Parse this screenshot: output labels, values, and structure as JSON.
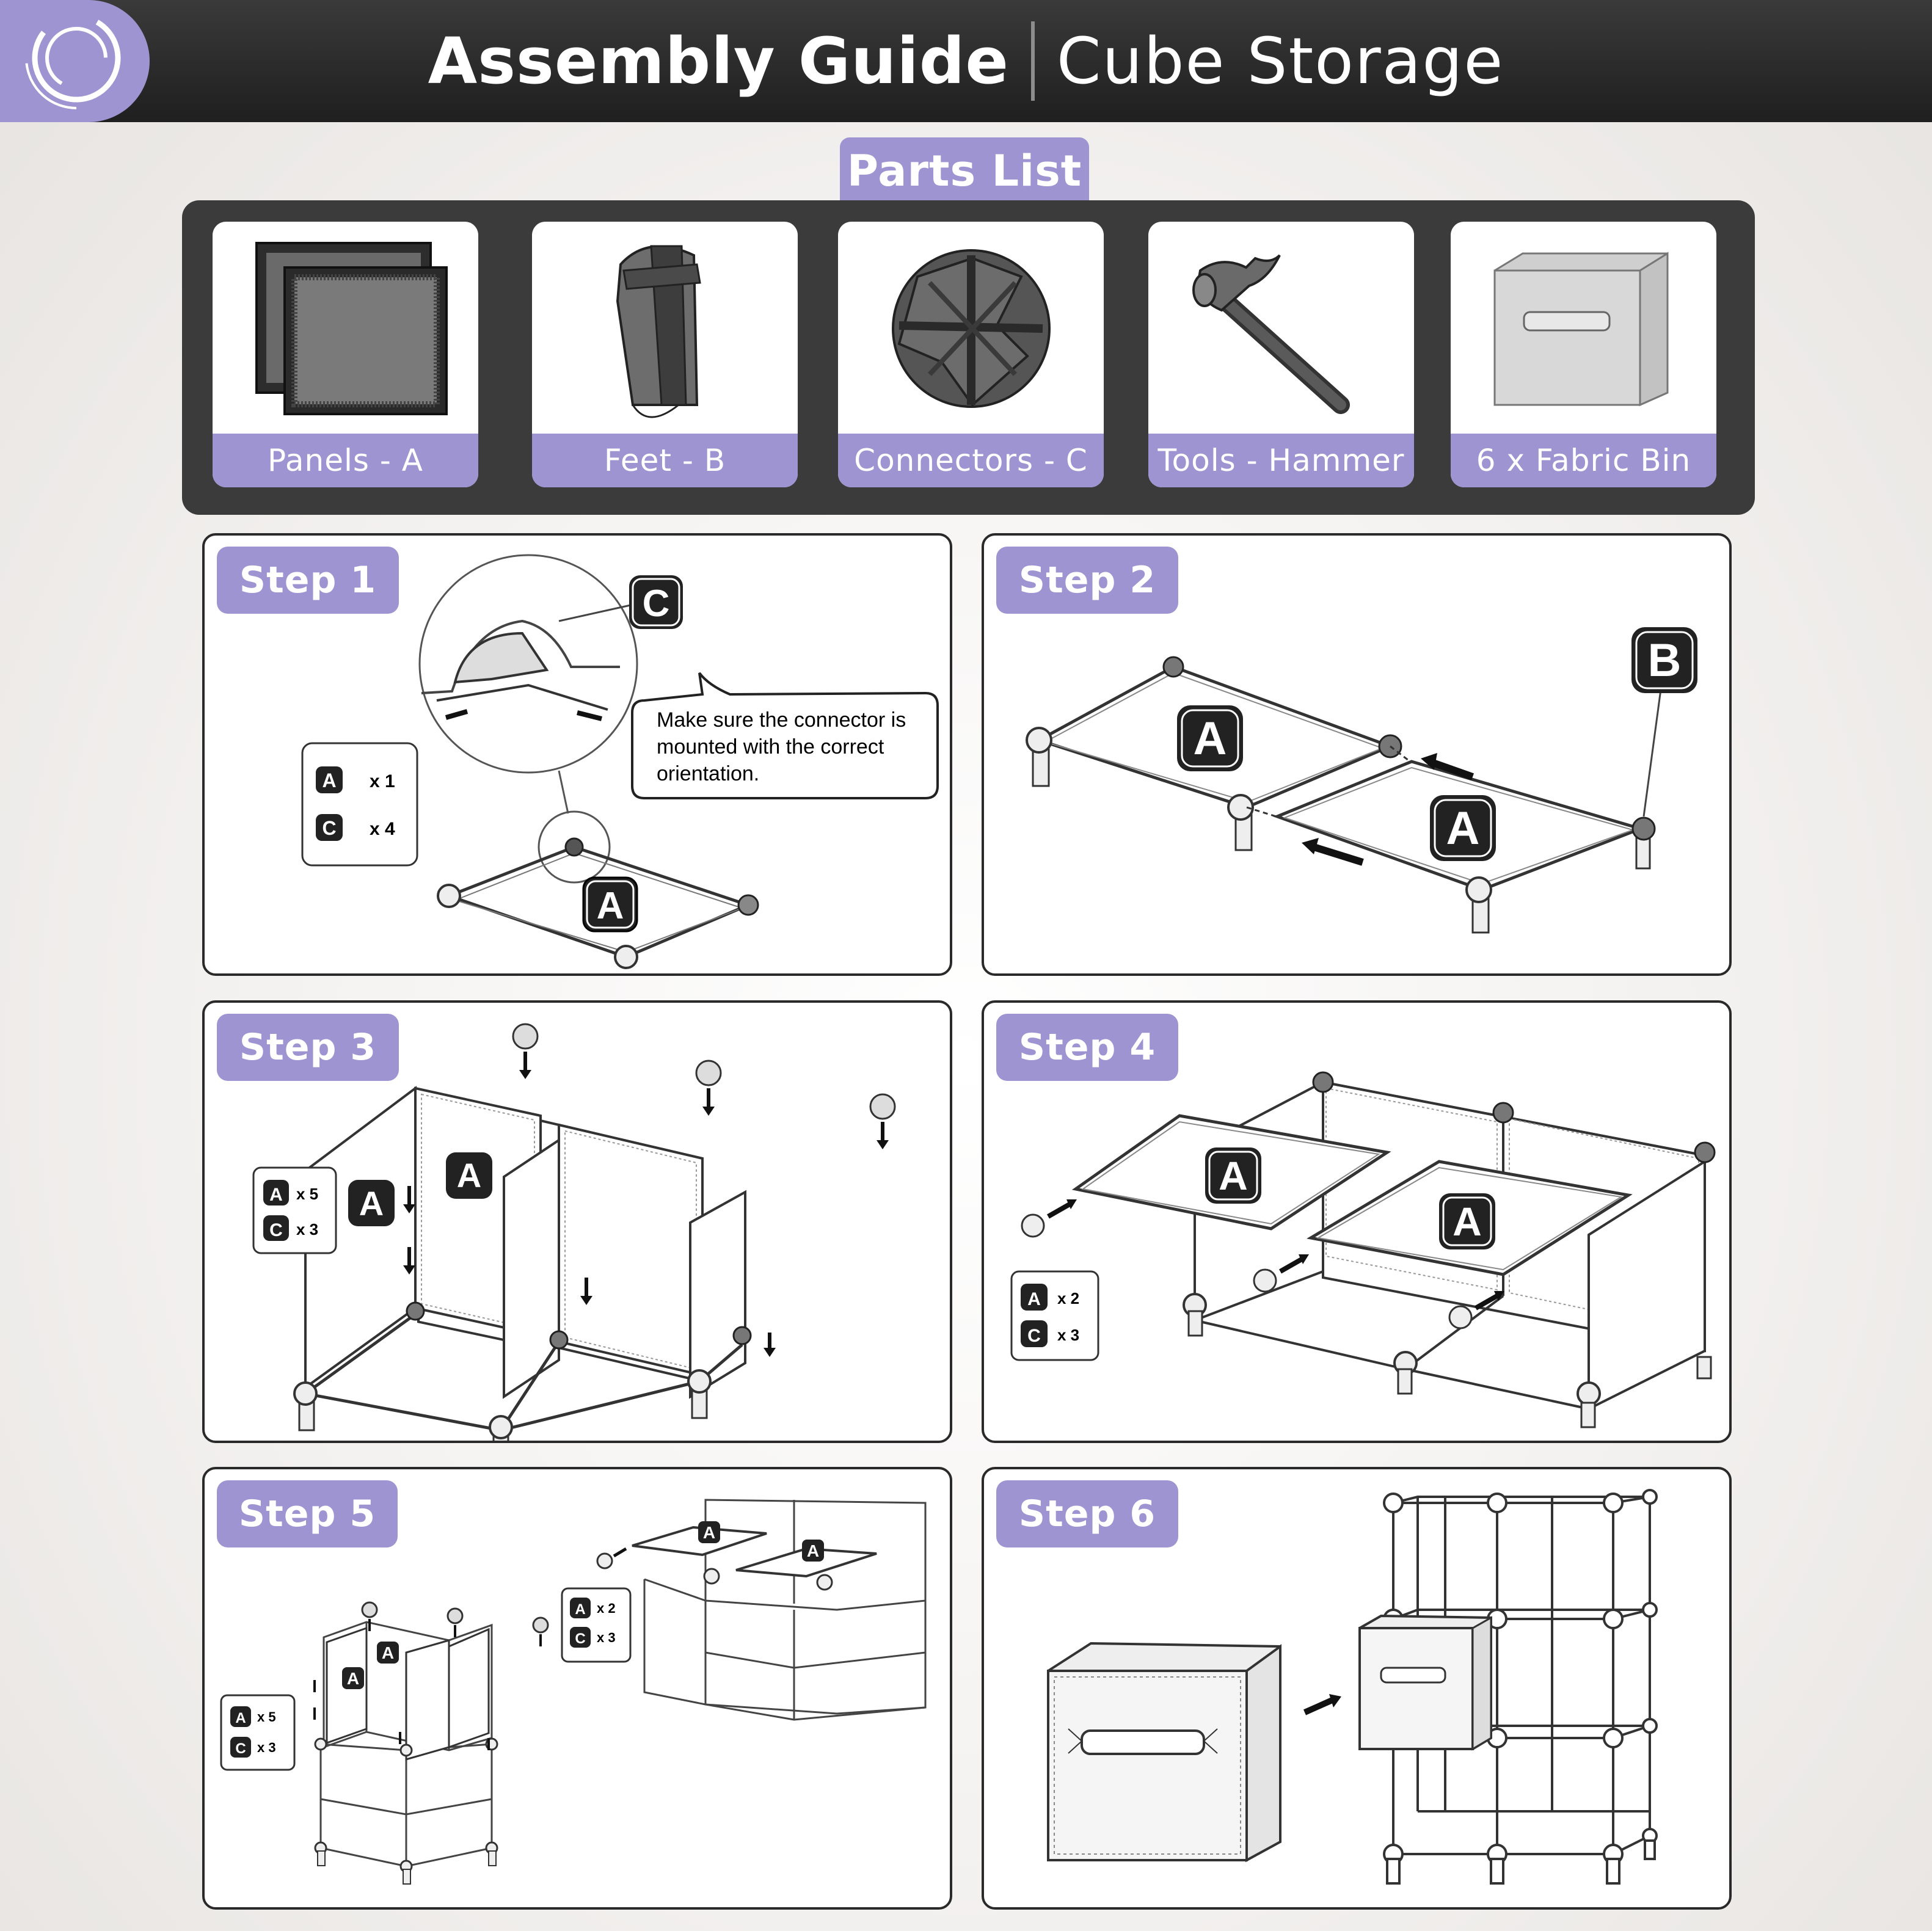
{
  "header": {
    "title_bold": "Assembly Guide",
    "title_light": "Cube Storage"
  },
  "parts": {
    "heading": "Parts List",
    "items": [
      {
        "label": "Panels - A",
        "icon": "panel-icon"
      },
      {
        "label": "Feet - B",
        "icon": "foot-icon"
      },
      {
        "label": "Connectors - C",
        "icon": "connector-icon"
      },
      {
        "label": "Tools - Hammer",
        "icon": "hammer-icon"
      },
      {
        "label": "6 x Fabric Bin",
        "icon": "fabric-bin-icon"
      }
    ]
  },
  "steps": [
    {
      "label": "Step 1",
      "qty": [
        {
          "part": "A",
          "count": "x 1"
        },
        {
          "part": "C",
          "count": "x 4"
        }
      ],
      "note": [
        "Make sure the connector is",
        "mounted with the correct",
        "orientation."
      ]
    },
    {
      "label": "Step 2"
    },
    {
      "label": "Step 3",
      "qty": [
        {
          "part": "A",
          "count": "x 5"
        },
        {
          "part": "C",
          "count": "x 3"
        }
      ]
    },
    {
      "label": "Step 4",
      "qty": [
        {
          "part": "A",
          "count": "x 2"
        },
        {
          "part": "C",
          "count": "x 3"
        }
      ]
    },
    {
      "label": "Step 5",
      "qty": [
        {
          "part": "A",
          "count": "x 5"
        },
        {
          "part": "C",
          "count": "x 3"
        }
      ],
      "qty2": [
        {
          "part": "A",
          "count": "x 2"
        },
        {
          "part": "C",
          "count": "x 3"
        }
      ]
    },
    {
      "label": "Step 6"
    }
  ],
  "callouts": {
    "a": "A",
    "b": "B",
    "c": "C"
  },
  "colors": {
    "accent": "#9f94d2",
    "dark": "#3b3b3b"
  }
}
